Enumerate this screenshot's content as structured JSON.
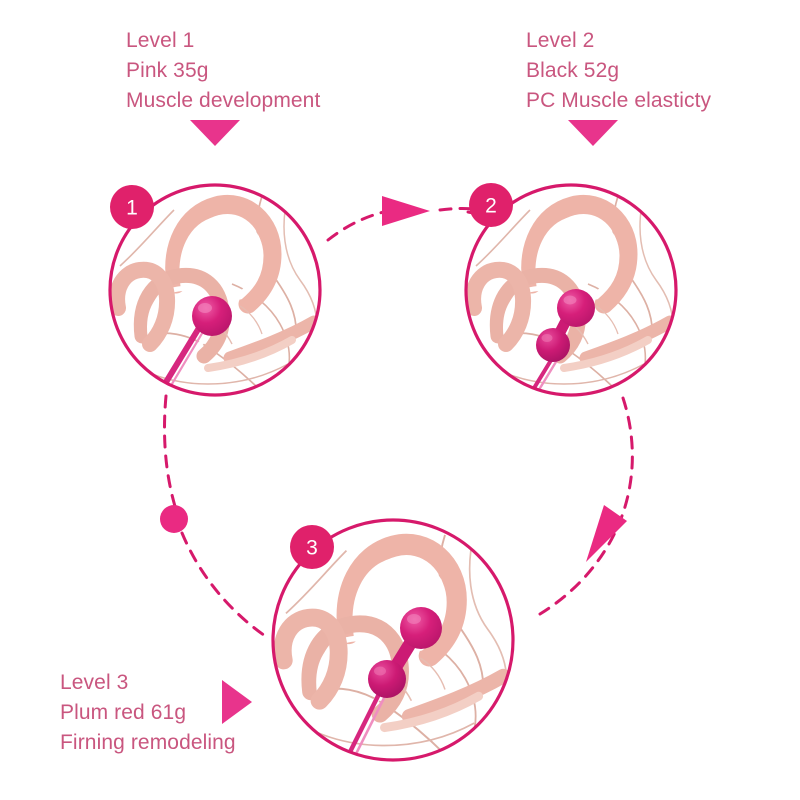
{
  "figure": {
    "title": "Kegel ball training levels",
    "background": "#ffffff",
    "colors": {
      "text_pink": "#c9567f",
      "deep_pink": "#e0216b",
      "magenta_ball": "#d61f7a",
      "ball_dark": "#b8156a",
      "ball_highlight": "#ef5ba6",
      "anatomy_salmon": "#e8a598",
      "anatomy_light": "#f2c9bf",
      "anatomy_outline": "#d9a99c",
      "circle_stroke": "#d6196b",
      "dash_stroke": "#d6196b"
    }
  },
  "levels": [
    {
      "id": "level-1",
      "badge": "1",
      "line1": "Level 1",
      "line2": "Pink 35g",
      "line3": "Muscle development",
      "pointer": "triangle-down",
      "ball_count": 1
    },
    {
      "id": "level-2",
      "badge": "2",
      "line1": "Level 2",
      "line2": "Black 52g",
      "line3": "PC Muscle elasticty",
      "pointer": "triangle-down",
      "ball_count": 2
    },
    {
      "id": "level-3",
      "badge": "3",
      "line1": "Level 3",
      "line2": "Plum red 61g",
      "line3": "Firning remodeling",
      "pointer": "triangle-right",
      "ball_count": 2
    }
  ],
  "connectors": [
    {
      "id": "connector-1-to-2",
      "from": "level-1",
      "to": "level-2",
      "style": "dashed",
      "marker": "triangle-right"
    },
    {
      "id": "connector-2-to-3",
      "from": "level-2",
      "to": "level-3",
      "style": "dashed",
      "marker": "triangle-down-left"
    },
    {
      "id": "connector-3-to-1",
      "from": "level-3",
      "to": "level-1",
      "style": "dashed",
      "marker": "dot"
    }
  ]
}
